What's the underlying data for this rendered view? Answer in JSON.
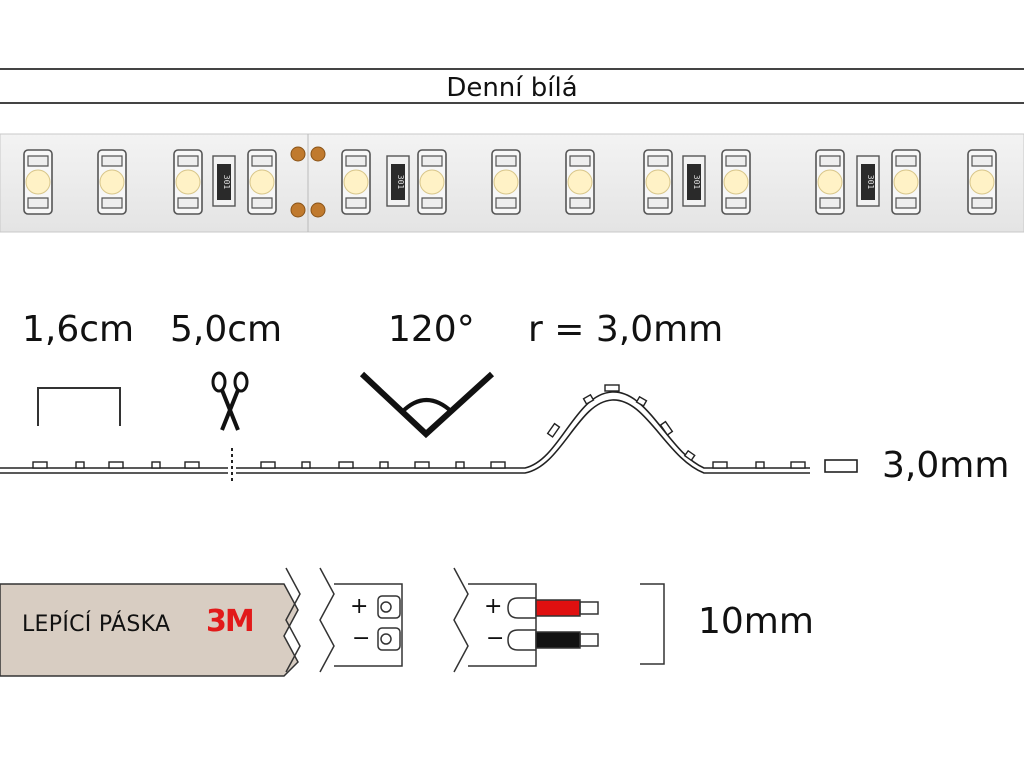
{
  "title": "Denní bílá",
  "specs": {
    "cut_length": "1,6cm",
    "cut_interval": "5,0cm",
    "beam_angle": "120°",
    "bend_radius": "r = 3,0mm",
    "thickness": "3,0mm",
    "width": "10mm"
  },
  "resistor_label": "301",
  "tape": {
    "label": "LEPÍCÍ PÁSKA",
    "brand": "3M"
  },
  "connector": {
    "plus": "+",
    "minus": "−"
  },
  "icons": [
    "scissors-icon",
    "angle-icon"
  ],
  "colors": {
    "led": "#fff2c6",
    "tape": "#d8cdc2",
    "brand": "#e21a1a",
    "wire_red": "#e01010",
    "wire_black": "#111111"
  }
}
